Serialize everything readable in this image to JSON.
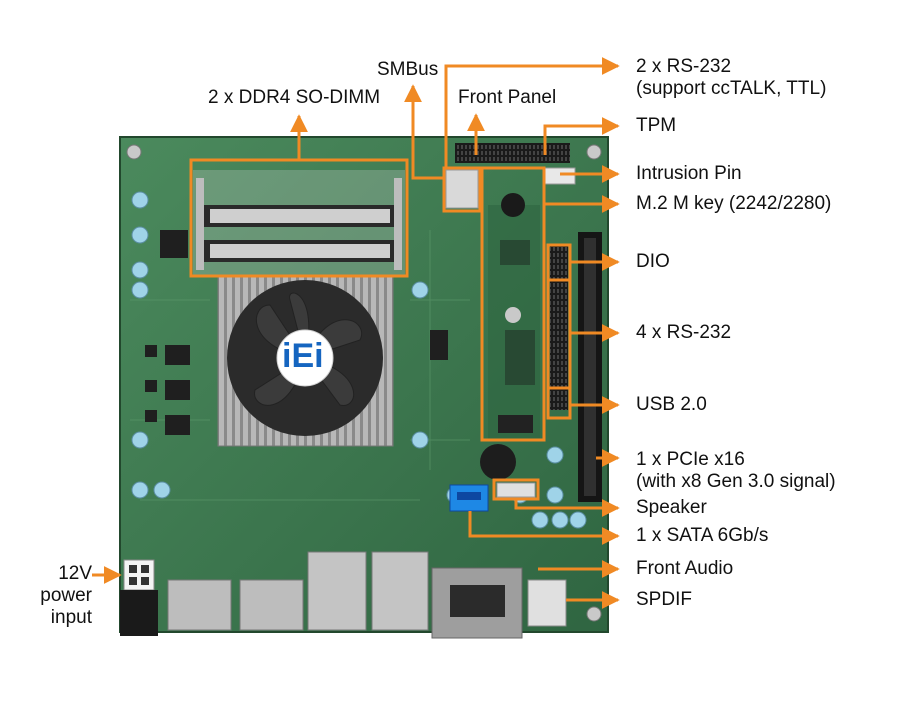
{
  "colors": {
    "accent": "#f08a24",
    "pcb": "#3f7b52",
    "pcb_dark": "#2e5f3e",
    "text": "#111111"
  },
  "board": {
    "brand_logo": "iEi"
  },
  "labels": {
    "ddr4": "2 x DDR4 SO-DIMM",
    "smbus": "SMBus",
    "front_panel": "Front Panel",
    "rs232_2_line1": "2 x RS-232",
    "rs232_2_line2": "(support ccTALK, TTL)",
    "tpm": "TPM",
    "intrusion": "Intrusion Pin",
    "m2": "M.2 M key (2242/2280)",
    "dio": "DIO",
    "rs232_4": "4 x RS-232",
    "usb": "USB 2.0",
    "pcie_line1": "1 x PCIe x16",
    "pcie_line2": "(with x8 Gen 3.0 signal)",
    "speaker": "Speaker",
    "sata": "1 x SATA 6Gb/s",
    "front_audio": "Front Audio",
    "spdif": "SPDIF",
    "power_line1": "12V",
    "power_line2": "power",
    "power_line3": "input"
  }
}
